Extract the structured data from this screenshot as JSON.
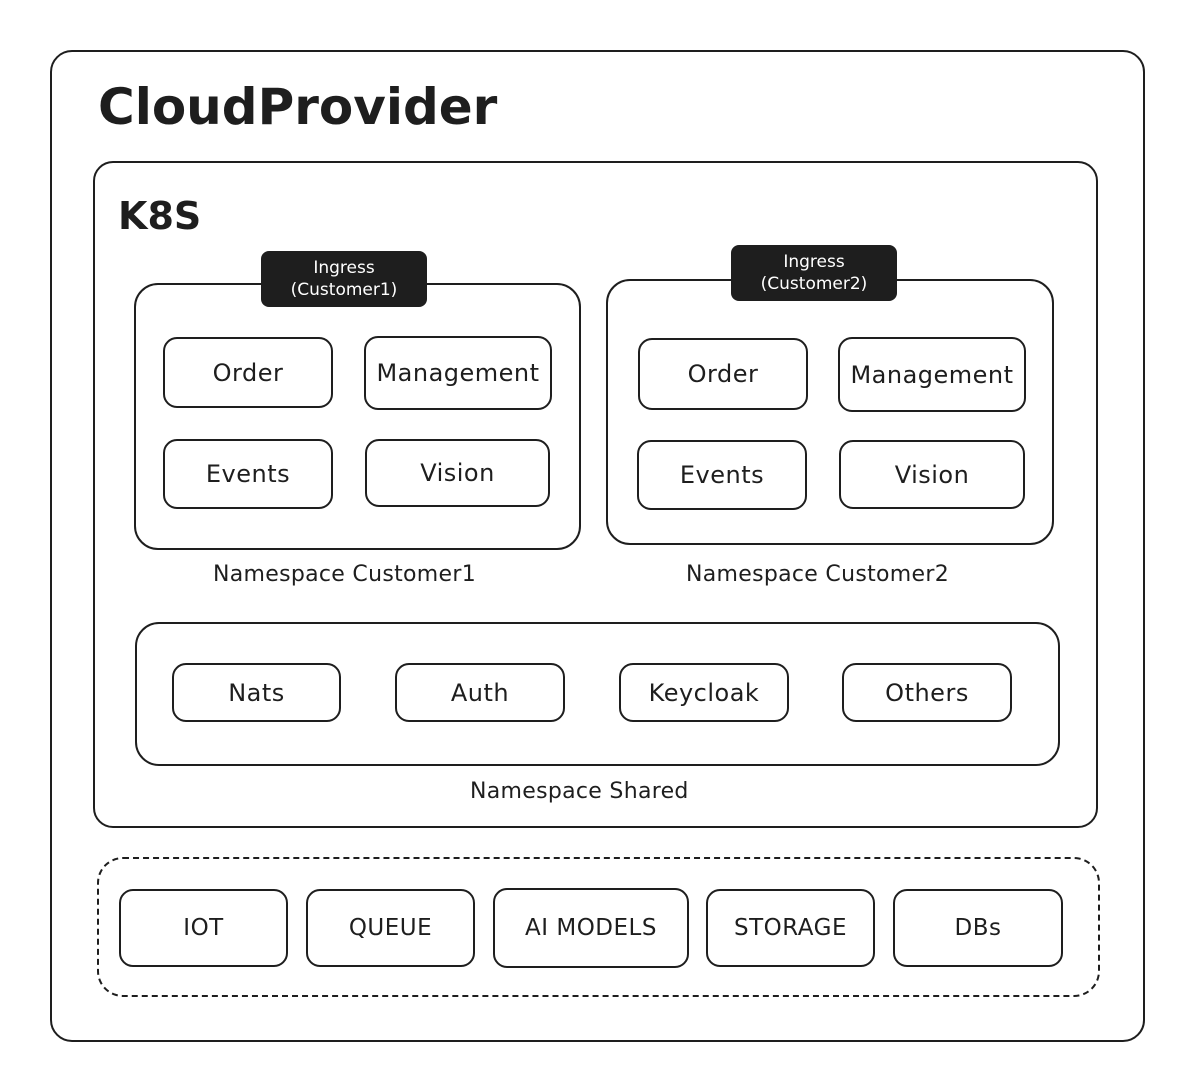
{
  "cloud": {
    "title": "CloudProvider"
  },
  "k8s": {
    "title": "K8S"
  },
  "namespace_customer1": {
    "label": "Namespace Customer1",
    "ingress": {
      "line1": "Ingress",
      "line2": "(Customer1)"
    },
    "services": [
      "Order",
      "Management",
      "Events",
      "Vision"
    ]
  },
  "namespace_customer2": {
    "label": "Namespace Customer2",
    "ingress": {
      "line1": "Ingress",
      "line2": "(Customer2)"
    },
    "services": [
      "Order",
      "Management",
      "Events",
      "Vision"
    ]
  },
  "namespace_shared": {
    "label": "Namespace Shared",
    "services": [
      "Nats",
      "Auth",
      "Keycloak",
      "Others"
    ]
  },
  "resources": [
    "IOT",
    "QUEUE",
    "AI MODELS",
    "STORAGE",
    "DBs"
  ],
  "colors": {
    "stroke": "#1e1e1e",
    "background": "#ffffff",
    "ingress_fill": "#1e1e1e"
  }
}
